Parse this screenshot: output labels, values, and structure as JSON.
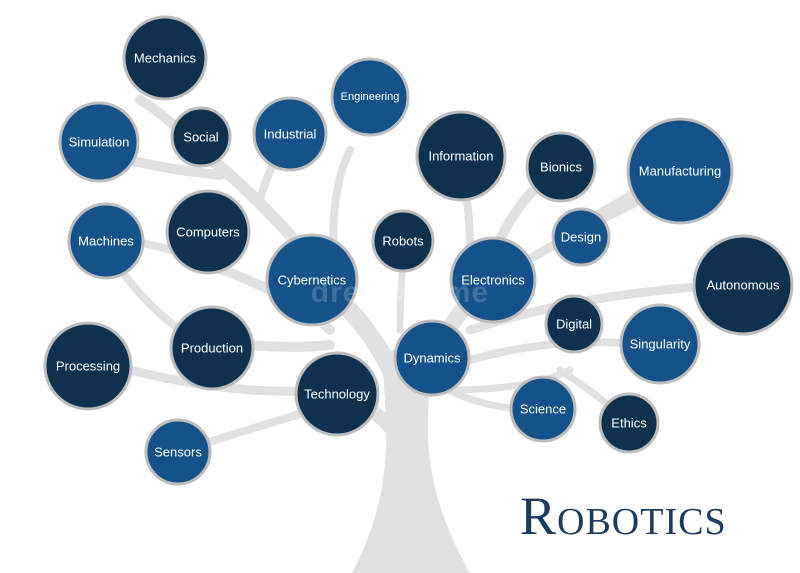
{
  "title": "Robotics",
  "watermark": "dreamstime",
  "colors": {
    "dark": "#0f3150",
    "medium": "#15528a",
    "border": "#bdbdbd",
    "tree": "#e1e1e1",
    "title": "#1d3b5e"
  },
  "nodes": [
    {
      "label": "Mechanics",
      "shade": "dark"
    },
    {
      "label": "Engineering",
      "shade": "medium"
    },
    {
      "label": "Simulation",
      "shade": "medium"
    },
    {
      "label": "Social",
      "shade": "dark"
    },
    {
      "label": "Industrial",
      "shade": "medium"
    },
    {
      "label": "Information",
      "shade": "dark"
    },
    {
      "label": "Bionics",
      "shade": "dark"
    },
    {
      "label": "Manufacturing",
      "shade": "medium"
    },
    {
      "label": "Machines",
      "shade": "medium"
    },
    {
      "label": "Computers",
      "shade": "dark"
    },
    {
      "label": "Robots",
      "shade": "dark"
    },
    {
      "label": "Design",
      "shade": "medium"
    },
    {
      "label": "Cybernetics",
      "shade": "medium"
    },
    {
      "label": "Electronics",
      "shade": "medium"
    },
    {
      "label": "Autonomous",
      "shade": "dark"
    },
    {
      "label": "Digital",
      "shade": "dark"
    },
    {
      "label": "Processing",
      "shade": "dark"
    },
    {
      "label": "Production",
      "shade": "dark"
    },
    {
      "label": "Dynamics",
      "shade": "medium"
    },
    {
      "label": "Singularity",
      "shade": "medium"
    },
    {
      "label": "Technology",
      "shade": "dark"
    },
    {
      "label": "Science",
      "shade": "medium"
    },
    {
      "label": "Ethics",
      "shade": "dark"
    },
    {
      "label": "Sensors",
      "shade": "medium"
    }
  ]
}
